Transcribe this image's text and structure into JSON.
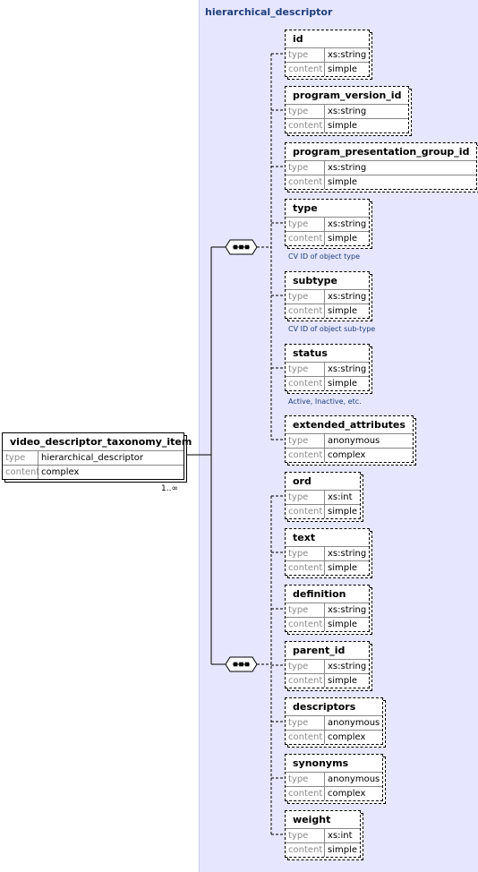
{
  "group": {
    "title": "hierarchical_descriptor"
  },
  "root": {
    "name": "video_descriptor_taxonomy_item",
    "type_label": "type",
    "type_value": "hierarchical_descriptor",
    "content_label": "content",
    "content_value": "complex",
    "multiplicity": "1..∞"
  },
  "sequence1": [
    {
      "name": "id",
      "type": "xs:string",
      "content": "simple",
      "doc": ""
    },
    {
      "name": "program_version_id",
      "type": "xs:string",
      "content": "simple",
      "doc": ""
    },
    {
      "name": "program_presentation_group_id",
      "type": "xs:string",
      "content": "simple",
      "doc": ""
    },
    {
      "name": "type",
      "type": "xs:string",
      "content": "simple",
      "doc": "CV ID of object type"
    },
    {
      "name": "subtype",
      "type": "xs:string",
      "content": "simple",
      "doc": "CV ID of object sub-type"
    },
    {
      "name": "status",
      "type": "xs:string",
      "content": "simple",
      "doc": "Active, Inactive, etc."
    },
    {
      "name": "extended_attributes",
      "type": "anonymous",
      "content": "complex",
      "doc": ""
    }
  ],
  "sequence2": [
    {
      "name": "ord",
      "type": "xs:int",
      "content": "simple",
      "doc": ""
    },
    {
      "name": "text",
      "type": "xs:string",
      "content": "simple",
      "doc": ""
    },
    {
      "name": "definition",
      "type": "xs:string",
      "content": "simple",
      "doc": ""
    },
    {
      "name": "parent_id",
      "type": "xs:string",
      "content": "simple",
      "doc": ""
    },
    {
      "name": "descriptors",
      "type": "anonymous",
      "content": "complex",
      "doc": ""
    },
    {
      "name": "synonyms",
      "type": "anonymous",
      "content": "complex",
      "doc": ""
    },
    {
      "name": "weight",
      "type": "xs:int",
      "content": "simple",
      "doc": ""
    }
  ],
  "labels": {
    "type": "type",
    "content": "content"
  }
}
